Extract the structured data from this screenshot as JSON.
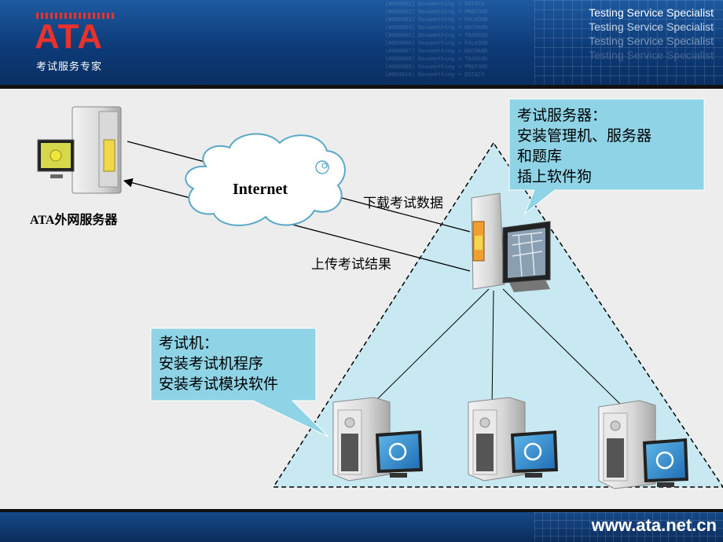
{
  "header": {
    "logo": "ATA",
    "logo_subtitle": "考试服务专家",
    "taglines": [
      "Testing Service Specialist",
      "Testing Service Specialist",
      "Testing Service Specialist",
      "Testing Service Specialist"
    ]
  },
  "footer": {
    "url": "www.ata.net.cn"
  },
  "diagram": {
    "external_server_label": "ATA外网服务器",
    "cloud_label": "Internet",
    "download_label": "下载考试数据",
    "upload_label": "上传考试结果",
    "server_callout": [
      "考试服务器：",
      "安装管理机、服务器",
      "和题库",
      "插上软件狗"
    ],
    "client_callout": [
      "考试机：",
      "安装考试机程序",
      "安装考试模块软件"
    ]
  },
  "colors": {
    "header_blue": "#0d3b78",
    "logo_red": "#e8322b",
    "callout_fill": "#8fd3e6",
    "triangle_fill": "#c8e9f2"
  }
}
